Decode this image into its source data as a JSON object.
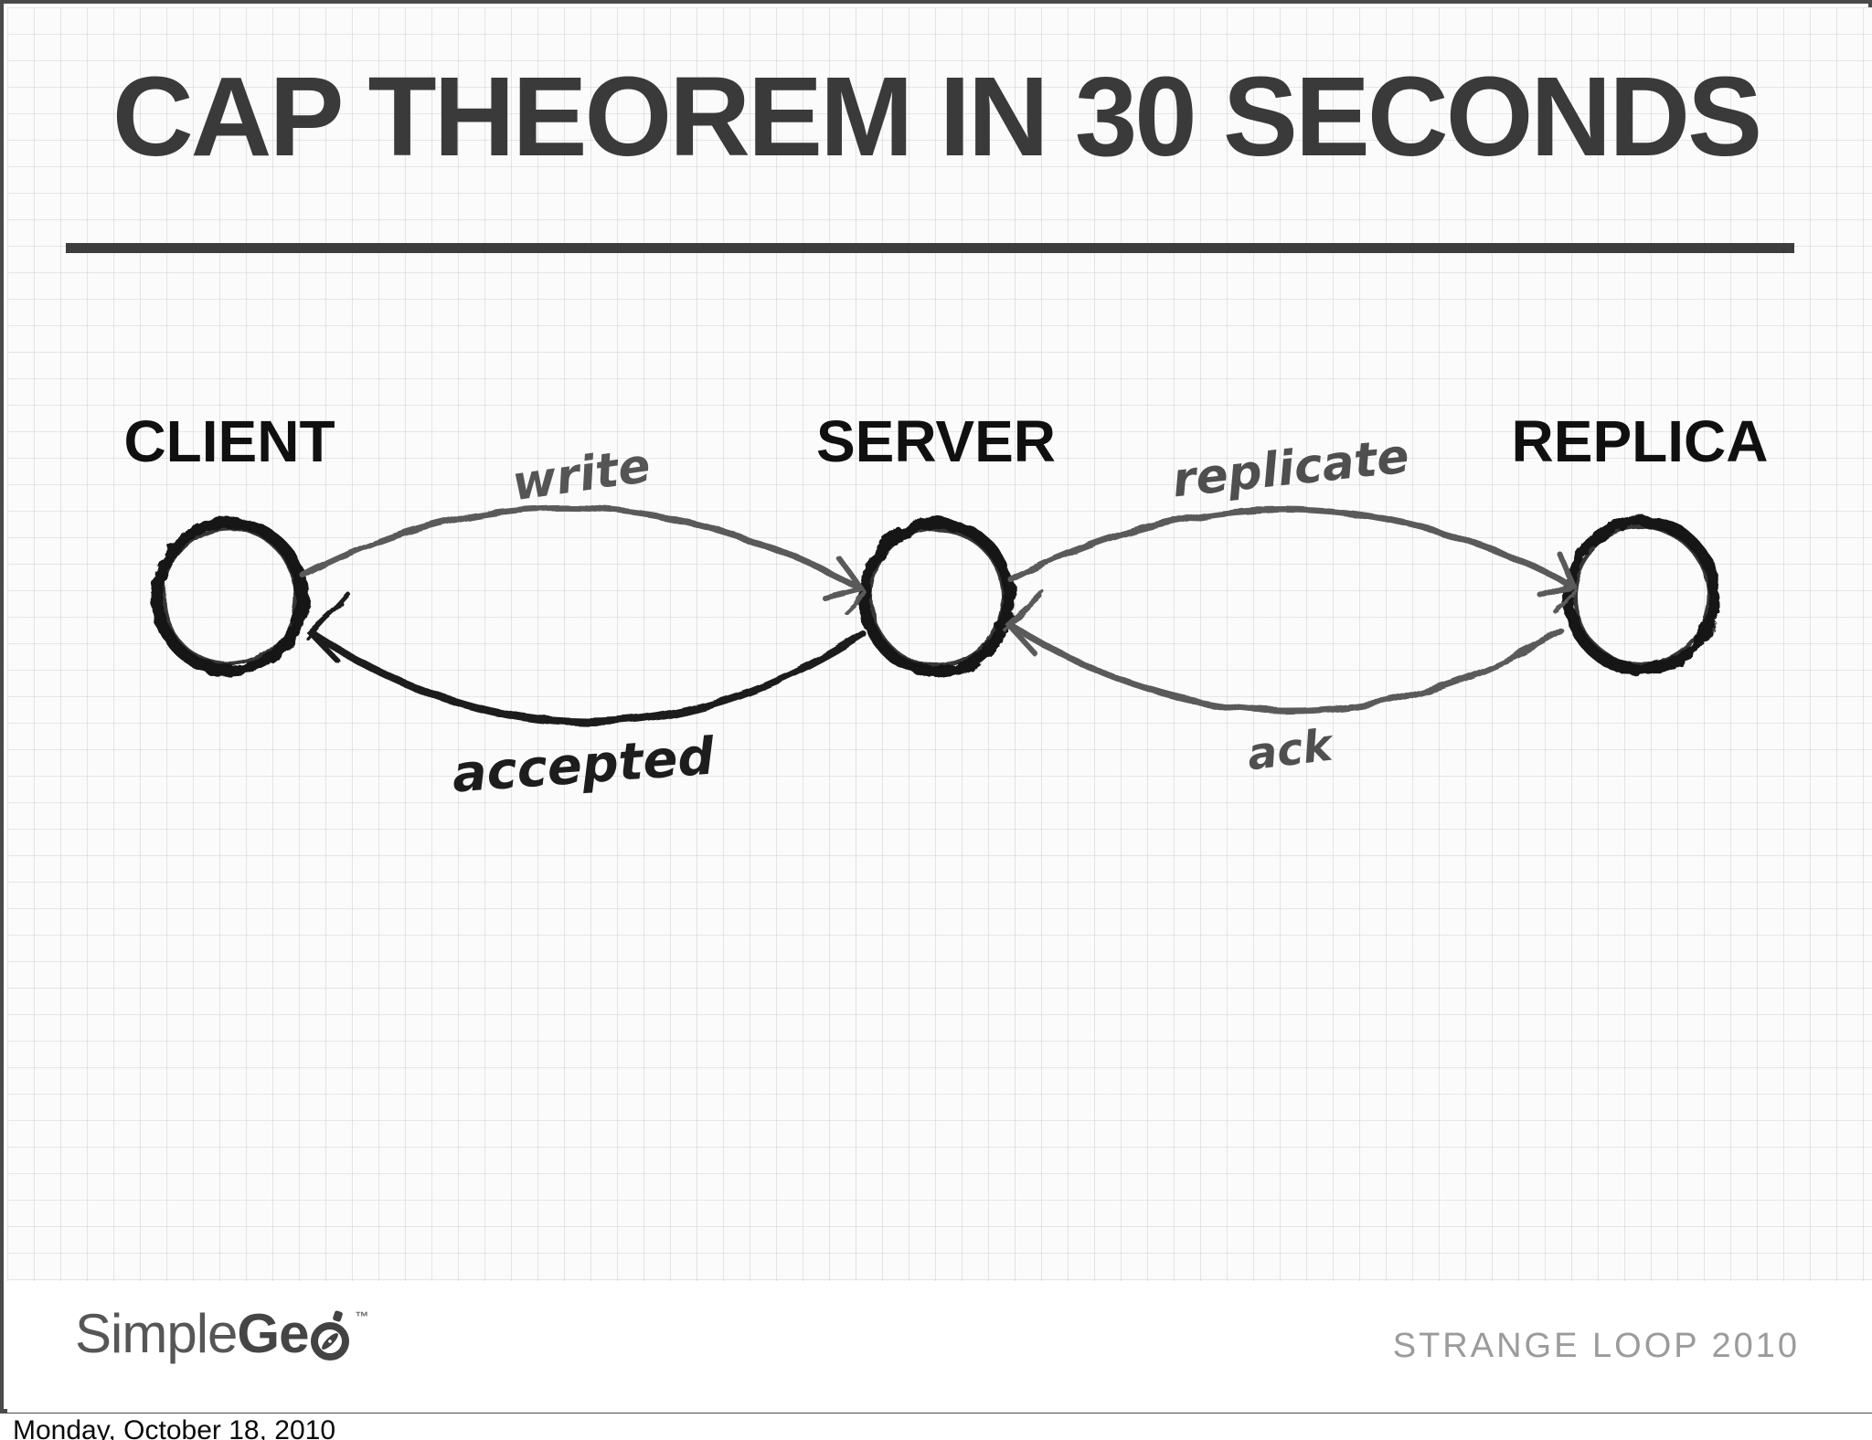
{
  "slide": {
    "title": "CAP THEOREM IN 30 SECONDS",
    "footer": {
      "brand": {
        "light": "Simple",
        "bold": "Ge",
        "icon": "compass-stopwatch-icon",
        "trademark": "™"
      },
      "event_text": "STRANGE LOOP 2010"
    }
  },
  "diagram": {
    "nodes": [
      {
        "id": "client",
        "label": "CLIENT"
      },
      {
        "id": "server",
        "label": "SERVER"
      },
      {
        "id": "replica",
        "label": "REPLICA"
      }
    ],
    "edges": [
      {
        "id": "write",
        "label": "write",
        "from": "client",
        "to": "server",
        "ink": "gray"
      },
      {
        "id": "accepted",
        "label": "accepted",
        "from": "server",
        "to": "client",
        "ink": "black"
      },
      {
        "id": "replicate",
        "label": "replicate",
        "from": "server",
        "to": "replica",
        "ink": "gray"
      },
      {
        "id": "ack",
        "label": "ack",
        "from": "replica",
        "to": "server",
        "ink": "gray"
      }
    ]
  },
  "status": {
    "date_text": "Monday, October 18, 2010"
  },
  "colors": {
    "title": "#3a3a3a",
    "rule": "#3d3d3d",
    "node_ink": "#121212",
    "gray_ink": "#5a5a5a",
    "black_ink": "#1c1c1c",
    "grid_line": "#dddbe0",
    "paper": "#fcfbfb",
    "slide_border": "#4a4a4a",
    "event_text": "#9b9b9b",
    "brand_text": "#4e4e4e"
  }
}
